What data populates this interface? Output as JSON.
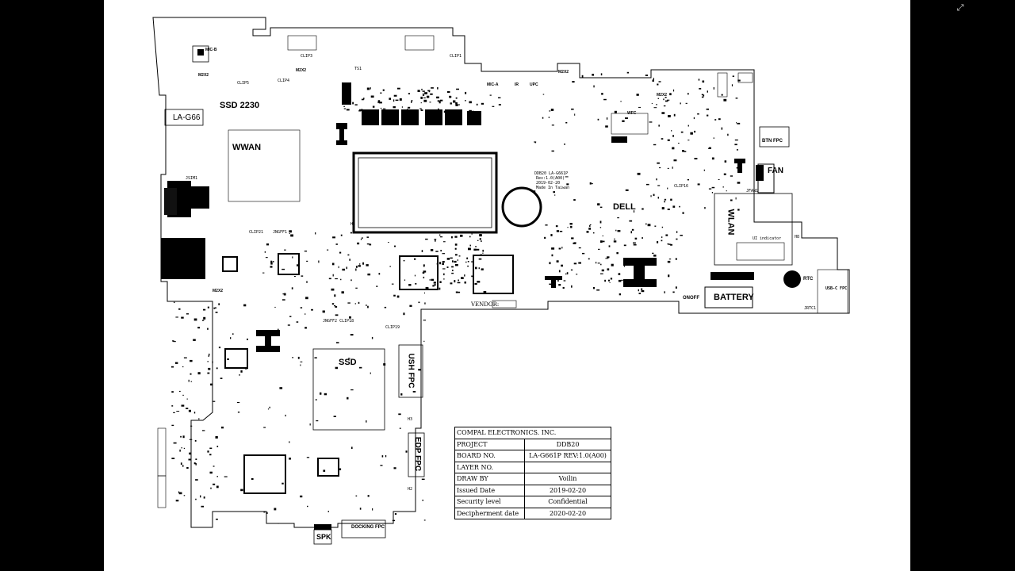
{
  "viewer": {
    "exit_fullscreen_icon": "exit-fullscreen-icon"
  },
  "board": {
    "labels": {
      "ssd2230": "SSD 2230",
      "wwan": "WWAN",
      "lag66": "LA-G66",
      "wlan": "WLAN",
      "fan": "FAN",
      "battery": "BATTERY",
      "ssd": "SSD",
      "ush_fpc": "USH FPC",
      "edp_fpc": "EDP FPC",
      "spk": "SPK",
      "docking_fpc": "DOCKING FPC",
      "btn_fpc": "BTN FPC",
      "rtc": "RTC",
      "onoff": "ONOFF",
      "vendor": "VENDOR:",
      "m2x2_a": "M2X2",
      "m2x2_b": "M2X2",
      "m2x2_c": "M2X2",
      "m2x2_d": "M2X2",
      "m2x2_e": "M2X2",
      "mic_b": "MIC-B",
      "mic_a": "MIC-A",
      "ir": "IR",
      "upc": "UPC",
      "wfc": "WFC",
      "jsim1": "JSIM1",
      "jwlan": "JFAN1",
      "ui_indicator": "UI indicator",
      "usbc_fpc": "USB-C FPC",
      "board_id_1": "DDB20 LA-G661P",
      "board_id_2": "Rev:1.0(A00)",
      "board_id_3": "2019-02-20",
      "board_id_4": "Made In Taiwan",
      "dell": "DELL",
      "h8": "H8",
      "h3": "H3",
      "h2": "H2",
      "h5": "H5",
      "jrtc1": "JRTC1",
      "jngff1": "JNGFF1",
      "jngff2": "JNGFF2 CLIP18",
      "clip1": "CLIP1",
      "clip3": "CLIP3",
      "clip4": "CLIP4",
      "clip5": "CLIP5",
      "clip16": "CLIP16",
      "clip19": "CLIP19",
      "clip21": "CLIP21",
      "ts1": "TS1"
    },
    "title_block": {
      "company": "COMPAL ELECTRONICS. INC.",
      "project_label": "PROJECT",
      "project_value": "DDB20",
      "board_no_label": "BOARD NO.",
      "board_no_value": "LA-G661P  REV:1.0(A00)",
      "layer_no_label": "LAYER NO.",
      "layer_no_value": "",
      "draw_by_label": "DRAW BY",
      "draw_by_value": "Voilin",
      "issued_label": "Issued  Date",
      "issued_value": "2019-02-20",
      "security_label": "Security level",
      "security_value": "Confidential",
      "decipher_label": "Decipherment date",
      "decipher_value": "2020-02-20"
    }
  }
}
